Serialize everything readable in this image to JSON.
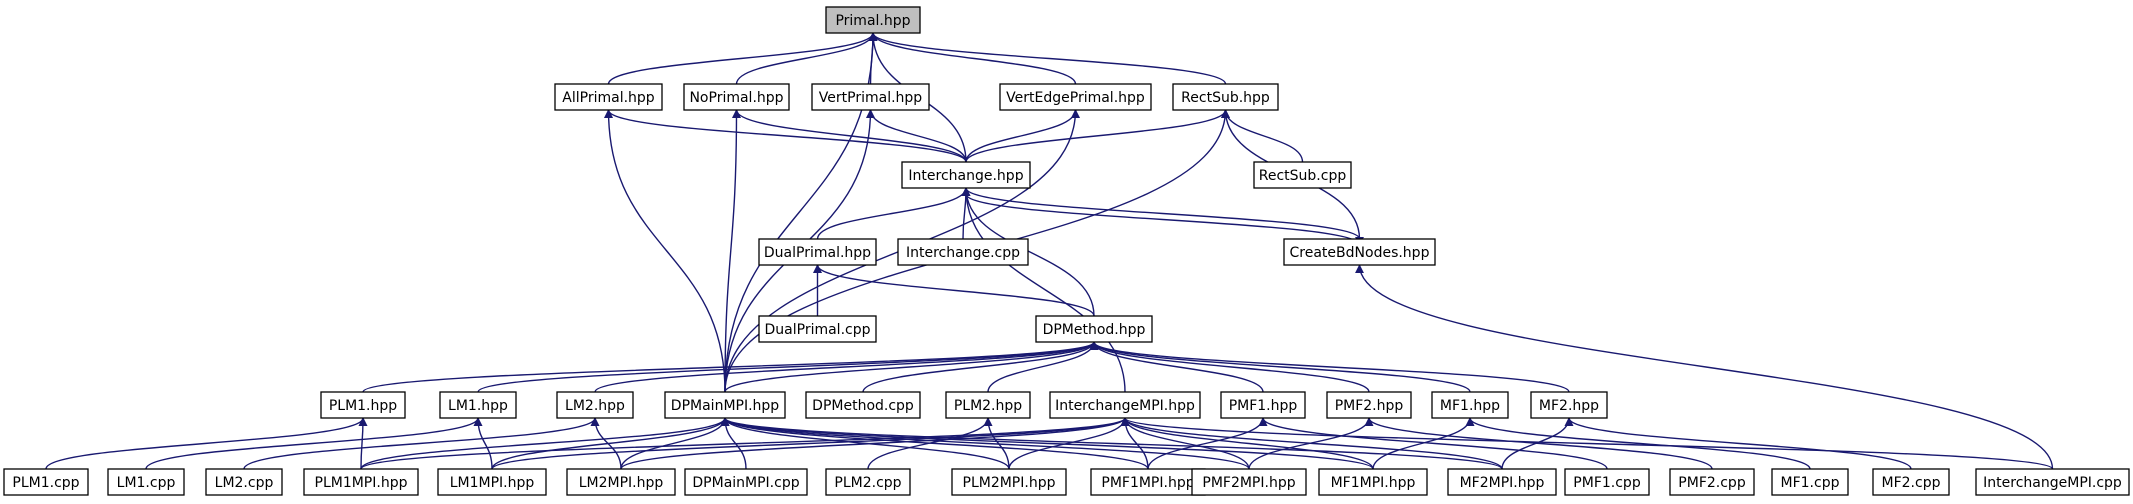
{
  "colors": {
    "edge": "#191970",
    "root_fill": "#bfbfbf",
    "node_fill": "#ffffff",
    "border": "#000000"
  },
  "root": "Primal.hpp",
  "nodes": [
    "Primal.hpp",
    "AllPrimal.hpp",
    "NoPrimal.hpp",
    "VertPrimal.hpp",
    "VertEdgePrimal.hpp",
    "RectSub.hpp",
    "Interchange.hpp",
    "RectSub.cpp",
    "DualPrimal.hpp",
    "Interchange.cpp",
    "CreateBdNodes.hpp",
    "DualPrimal.cpp",
    "DPMethod.hpp",
    "PLM1.hpp",
    "LM1.hpp",
    "LM2.hpp",
    "DPMainMPI.hpp",
    "DPMethod.cpp",
    "PLM2.hpp",
    "InterchangeMPI.hpp",
    "PMF1.hpp",
    "PMF2.hpp",
    "MF1.hpp",
    "MF2.hpp",
    "PLM1.cpp",
    "LM1.cpp",
    "LM2.cpp",
    "PLM1MPI.hpp",
    "LM1MPI.hpp",
    "LM2MPI.hpp",
    "DPMainMPI.cpp",
    "PLM2.cpp",
    "PLM2MPI.hpp",
    "PMF1MPI.hpp",
    "PMF2MPI.hpp",
    "MF1MPI.hpp",
    "MF2MPI.hpp",
    "PMF1.cpp",
    "PMF2.cpp",
    "MF1.cpp",
    "MF2.cpp",
    "InterchangeMPI.cpp"
  ],
  "edges": [
    [
      "AllPrimal.hpp",
      "Primal.hpp"
    ],
    [
      "NoPrimal.hpp",
      "Primal.hpp"
    ],
    [
      "VertPrimal.hpp",
      "Primal.hpp"
    ],
    [
      "VertEdgePrimal.hpp",
      "Primal.hpp"
    ],
    [
      "RectSub.hpp",
      "Primal.hpp"
    ],
    [
      "Interchange.hpp",
      "Primal.hpp"
    ],
    [
      "DPMainMPI.hpp",
      "Primal.hpp"
    ],
    [
      "Interchange.hpp",
      "AllPrimal.hpp"
    ],
    [
      "Interchange.hpp",
      "NoPrimal.hpp"
    ],
    [
      "Interchange.hpp",
      "VertPrimal.hpp"
    ],
    [
      "Interchange.hpp",
      "VertEdgePrimal.hpp"
    ],
    [
      "Interchange.hpp",
      "RectSub.hpp"
    ],
    [
      "DPMainMPI.hpp",
      "AllPrimal.hpp"
    ],
    [
      "DPMainMPI.hpp",
      "NoPrimal.hpp"
    ],
    [
      "DPMainMPI.hpp",
      "VertPrimal.hpp"
    ],
    [
      "DPMainMPI.hpp",
      "VertEdgePrimal.hpp"
    ],
    [
      "DPMainMPI.hpp",
      "RectSub.hpp"
    ],
    [
      "RectSub.cpp",
      "RectSub.hpp"
    ],
    [
      "CreateBdNodes.hpp",
      "RectSub.hpp"
    ],
    [
      "DualPrimal.hpp",
      "Interchange.hpp"
    ],
    [
      "Interchange.cpp",
      "Interchange.hpp"
    ],
    [
      "DPMethod.hpp",
      "Interchange.hpp"
    ],
    [
      "InterchangeMPI.hpp",
      "Interchange.hpp"
    ],
    [
      "CreateBdNodes.hpp",
      "Interchange.hpp"
    ],
    [
      "Interchange.hpp",
      "CreateBdNodes.hpp"
    ],
    [
      "DualPrimal.cpp",
      "DualPrimal.hpp"
    ],
    [
      "DPMethod.hpp",
      "DualPrimal.hpp"
    ],
    [
      "InterchangeMPI.cpp",
      "CreateBdNodes.hpp"
    ],
    [
      "PLM1.hpp",
      "DPMethod.hpp"
    ],
    [
      "LM1.hpp",
      "DPMethod.hpp"
    ],
    [
      "LM2.hpp",
      "DPMethod.hpp"
    ],
    [
      "DPMainMPI.hpp",
      "DPMethod.hpp"
    ],
    [
      "DPMethod.cpp",
      "DPMethod.hpp"
    ],
    [
      "PLM2.hpp",
      "DPMethod.hpp"
    ],
    [
      "PMF1.hpp",
      "DPMethod.hpp"
    ],
    [
      "PMF2.hpp",
      "DPMethod.hpp"
    ],
    [
      "MF1.hpp",
      "DPMethod.hpp"
    ],
    [
      "MF2.hpp",
      "DPMethod.hpp"
    ],
    [
      "PLM1.cpp",
      "PLM1.hpp"
    ],
    [
      "PLM1MPI.hpp",
      "PLM1.hpp"
    ],
    [
      "LM1.cpp",
      "LM1.hpp"
    ],
    [
      "LM1MPI.hpp",
      "LM1.hpp"
    ],
    [
      "LM2.cpp",
      "LM2.hpp"
    ],
    [
      "LM2MPI.hpp",
      "LM2.hpp"
    ],
    [
      "PLM1MPI.hpp",
      "DPMainMPI.hpp"
    ],
    [
      "LM1MPI.hpp",
      "DPMainMPI.hpp"
    ],
    [
      "LM2MPI.hpp",
      "DPMainMPI.hpp"
    ],
    [
      "DPMainMPI.cpp",
      "DPMainMPI.hpp"
    ],
    [
      "PLM2MPI.hpp",
      "DPMainMPI.hpp"
    ],
    [
      "PMF1MPI.hpp",
      "DPMainMPI.hpp"
    ],
    [
      "PMF2MPI.hpp",
      "DPMainMPI.hpp"
    ],
    [
      "MF1MPI.hpp",
      "DPMainMPI.hpp"
    ],
    [
      "MF2MPI.hpp",
      "DPMainMPI.hpp"
    ],
    [
      "PLM2.cpp",
      "PLM2.hpp"
    ],
    [
      "PLM2MPI.hpp",
      "PLM2.hpp"
    ],
    [
      "PLM1MPI.hpp",
      "InterchangeMPI.hpp"
    ],
    [
      "LM1MPI.hpp",
      "InterchangeMPI.hpp"
    ],
    [
      "LM2MPI.hpp",
      "InterchangeMPI.hpp"
    ],
    [
      "PLM2MPI.hpp",
      "InterchangeMPI.hpp"
    ],
    [
      "PMF1MPI.hpp",
      "InterchangeMPI.hpp"
    ],
    [
      "PMF2MPI.hpp",
      "InterchangeMPI.hpp"
    ],
    [
      "MF1MPI.hpp",
      "InterchangeMPI.hpp"
    ],
    [
      "MF2MPI.hpp",
      "InterchangeMPI.hpp"
    ],
    [
      "InterchangeMPI.cpp",
      "InterchangeMPI.hpp"
    ],
    [
      "PMF1MPI.hpp",
      "PMF1.hpp"
    ],
    [
      "PMF1.cpp",
      "PMF1.hpp"
    ],
    [
      "PMF2MPI.hpp",
      "PMF2.hpp"
    ],
    [
      "PMF2.cpp",
      "PMF2.hpp"
    ],
    [
      "MF1MPI.hpp",
      "MF1.hpp"
    ],
    [
      "MF1.cpp",
      "MF1.hpp"
    ],
    [
      "MF2MPI.hpp",
      "MF2.hpp"
    ],
    [
      "MF2.cpp",
      "MF2.hpp"
    ]
  ]
}
